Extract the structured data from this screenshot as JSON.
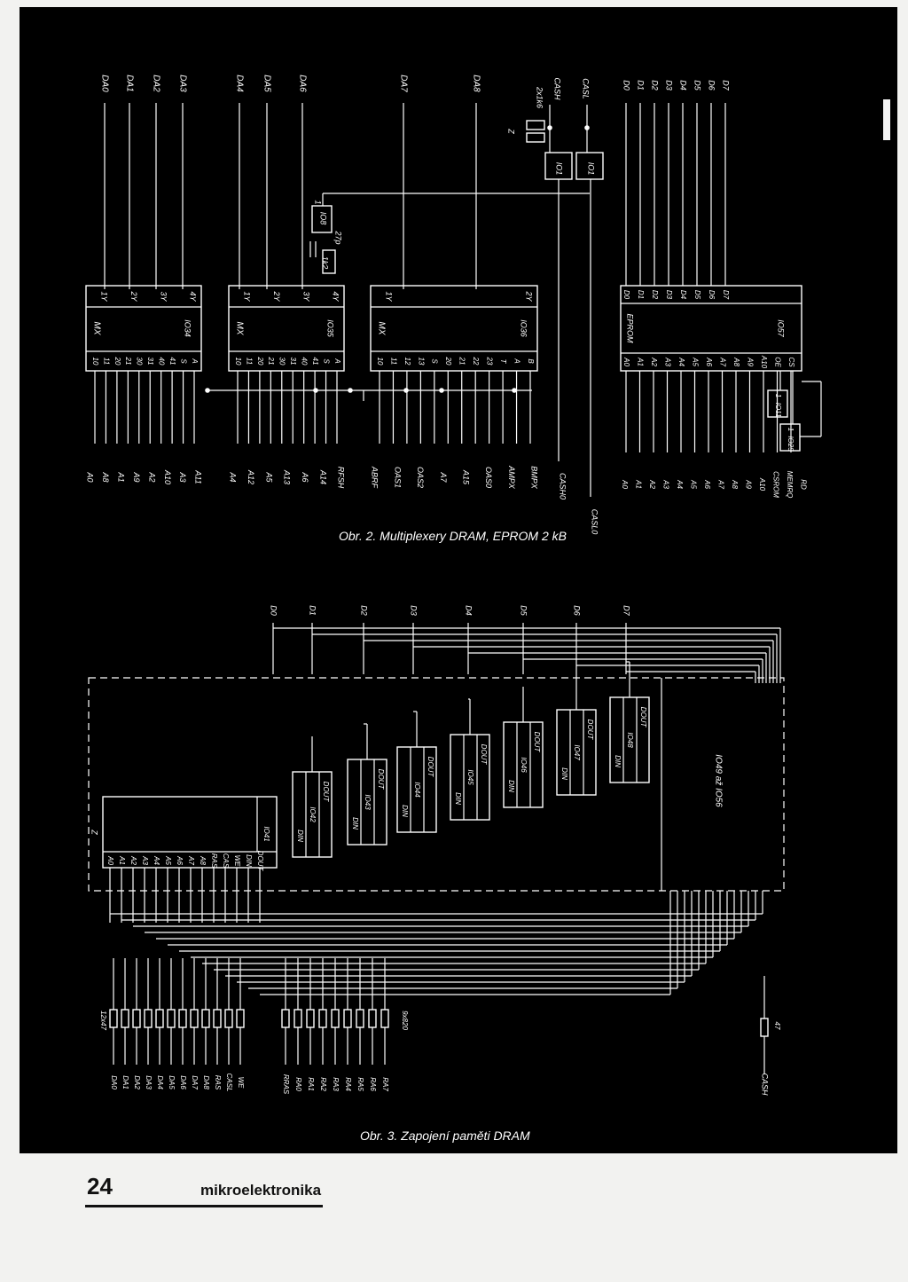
{
  "colors": {
    "background": "#000000",
    "ink": "#ffffff",
    "page": "#f2f2f0",
    "footer_ink": "#111111"
  },
  "fig2": {
    "caption": "Obr. 2. Multiplexery DRAM, EPROM 2 kB",
    "outputs_top": [
      "DA0",
      "DA1",
      "DA2",
      "DA3",
      "DA4",
      "DA5",
      "DA6",
      "DA7",
      "DA8"
    ],
    "cas_labels": [
      "2x1k6",
      "CASH",
      "CASL"
    ],
    "zener_label": "Z",
    "data_outputs": [
      "D0",
      "D1",
      "D2",
      "D3",
      "D4",
      "D5",
      "D6",
      "D7"
    ],
    "mux_blocks": [
      {
        "ref": "IO34",
        "title": "MX",
        "in_pins": [
          "10",
          "11",
          "20",
          "21",
          "30",
          "31",
          "40",
          "41",
          "S",
          "A"
        ],
        "out_pins": [
          "1Y",
          "2Y",
          "3Y",
          "4Y"
        ],
        "signals": [
          "A0",
          "A8",
          "A1",
          "A9",
          "A2",
          "A10",
          "A3",
          "A11"
        ]
      },
      {
        "ref": "IO35",
        "title": "MX",
        "in_pins": [
          "10",
          "11",
          "20",
          "21",
          "30",
          "31",
          "40",
          "41",
          "S",
          "A"
        ],
        "out_pins": [
          "1Y",
          "2Y",
          "3Y",
          "4Y"
        ],
        "signals": [
          "A4",
          "A12",
          "A5",
          "A13",
          "A6",
          "A14",
          "RFSH"
        ]
      },
      {
        "ref": "IO36",
        "title": "MX",
        "in_pins": [
          "10",
          "11",
          "12",
          "13",
          "S",
          "20",
          "21",
          "22",
          "23",
          "T",
          "A",
          "B"
        ],
        "out_pins": [
          "1Y",
          "2Y"
        ],
        "signals": [
          "ABRF",
          "OAS1",
          "OAS2",
          "A7",
          "A15",
          "OAS0",
          "AMPX",
          "BMPX"
        ]
      }
    ],
    "rc_labels": [
      "1k2",
      "27p",
      "1",
      "IO8"
    ],
    "gate_labels": [
      "IO1",
      "IO1"
    ],
    "cas_inputs": [
      "CASH0",
      "CASL0"
    ],
    "eprom": {
      "ref": "IO57",
      "title": "EPROM",
      "addr_pins": [
        "A0",
        "A1",
        "A2",
        "A3",
        "A4",
        "A5",
        "A6",
        "A7",
        "A8",
        "A9",
        "A10",
        "OE",
        "CS"
      ],
      "data_pins": [
        "D0",
        "D1",
        "D2",
        "D3",
        "D4",
        "D5",
        "D6",
        "D7"
      ],
      "signals": [
        "A0",
        "A1",
        "A2",
        "A3",
        "A4",
        "A5",
        "A6",
        "A7",
        "A8",
        "A9",
        "A10",
        "CSROM",
        "MEMRQ",
        "RD"
      ],
      "logic_labels": [
        "1",
        "IO11",
        "1",
        "IO25"
      ]
    }
  },
  "fig3": {
    "caption": "Obr. 3. Zapojení paměti DRAM",
    "data_lines": [
      "D0",
      "D1",
      "D2",
      "D3",
      "D4",
      "D5",
      "D6",
      "D7"
    ],
    "chip1_pins": [
      "A0",
      "A1",
      "A2",
      "A3",
      "A4",
      "A5",
      "A6",
      "A7",
      "A8",
      "RAS",
      "CAS",
      "WE",
      "DIN",
      "DOUT"
    ],
    "chip1_ref": "IO41",
    "chip_row_labels": [
      "DIN",
      "IO42",
      "DOUT"
    ],
    "chips": [
      {
        "ref": "IO42",
        "din": "DIN",
        "dout": "DOUT"
      },
      {
        "ref": "IO43",
        "din": "DIN",
        "dout": "DOUT"
      },
      {
        "ref": "IO44",
        "din": "DIN",
        "dout": "DOUT"
      },
      {
        "ref": "IO45",
        "din": "DIN",
        "dout": "DOUT"
      },
      {
        "ref": "IO46",
        "din": "DIN",
        "dout": "DOUT"
      },
      {
        "ref": "IO47",
        "din": "DIN",
        "dout": "DOUT"
      },
      {
        "ref": "IO48",
        "din": "DIN",
        "dout": "DOUT"
      }
    ],
    "bank2_label": "IO49 až IO56",
    "zener_label": "Z",
    "resistor_groups": [
      "12x47",
      "9x820",
      "47"
    ],
    "left_signals": [
      "DA0",
      "DA1",
      "DA2",
      "DA3",
      "DA4",
      "DA5",
      "DA6",
      "DA7",
      "DA8",
      "RAS",
      "CASL",
      "WE"
    ],
    "right_signals": [
      "RRAS",
      "RA0",
      "RA1",
      "RA2",
      "RA3",
      "RA4",
      "RA5",
      "RA6",
      "RA7"
    ],
    "bottom_signal": "CASH"
  },
  "footer": {
    "page_number": "24",
    "magazine": "mikroelektronika"
  }
}
